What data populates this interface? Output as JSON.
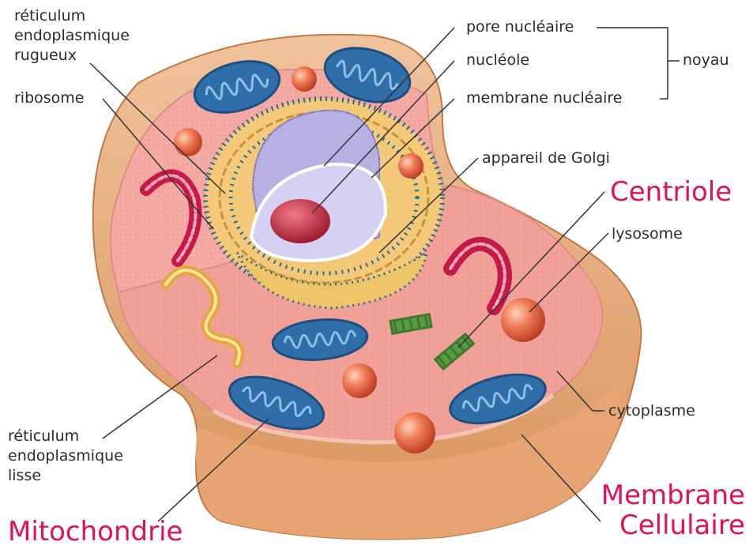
{
  "labels": {
    "reticulum_rugueux": [
      "réticulum",
      "endoplasmique",
      "rugueux"
    ],
    "ribosome": "ribosome",
    "pore_nucleaire": "pore nucléaire",
    "nucleole": "nucléole",
    "membrane_nucleaire": "membrane nucléaire",
    "noyau": "noyau",
    "appareil_golgi": "appareil de Golgi",
    "centriole": "Centriole",
    "lysosome": "lysosome",
    "cytoplasme": "cytoplasme",
    "reticulum_lisse": [
      "réticulum",
      "endoplasmique",
      "lisse"
    ],
    "mitochondrie": "Mitochondrie",
    "membrane_cellulaire": [
      "Membrane",
      "Cellulaire"
    ]
  },
  "colors": {
    "outer_membrane": "#e2a878",
    "cytoplasm": "#f1a8a0",
    "nucleus": "#c9c3ea",
    "nucleolus": "#c0243a",
    "mitochondria": "#2f6ea8",
    "lysosome": "#e86a4a",
    "golgi": "#e3b050",
    "highlight_label": "#e0105a"
  }
}
